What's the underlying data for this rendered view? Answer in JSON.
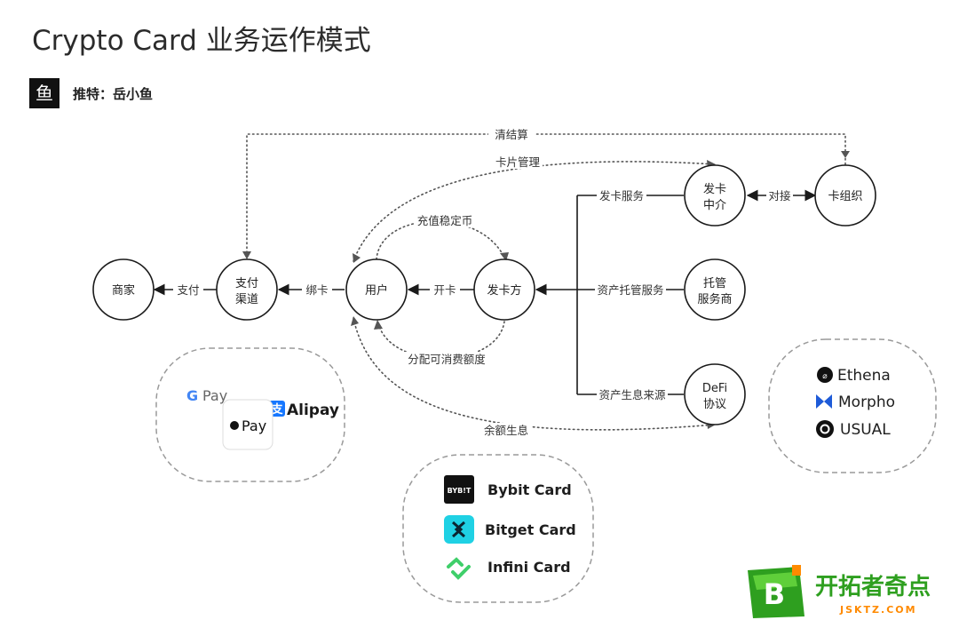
{
  "title": "Crypto Card 业务运作模式",
  "author": {
    "avatar_char": "鱼",
    "label": "推特：岳小鱼"
  },
  "nodes": {
    "merchant": "商家",
    "payment_channel": [
      "支付",
      "渠道"
    ],
    "user": "用户",
    "issuer": "发卡方",
    "intermediary": [
      "发卡",
      "中介"
    ],
    "card_org": "卡组织",
    "custodian": [
      "托管",
      "服务商"
    ],
    "defi": [
      "DeFi",
      "协议"
    ]
  },
  "edges": {
    "settlement": "清结算",
    "card_management": "卡片管理",
    "docking": "对接",
    "issuing_service": "发卡服务",
    "payment": "支付",
    "binding": "绑卡",
    "open_card": "开卡",
    "top_up": "充值稳定币",
    "custody_service": "资产托管服务",
    "allocate_limit": "分配可消费额度",
    "yield_source": "资产生息来源",
    "balance_yield": "余额生息"
  },
  "payment_brands": [
    "G Pay",
    "Alipay",
    "Pay"
  ],
  "card_brands": [
    "Bybit Card",
    "Bitget Card",
    "Infini Card"
  ],
  "defi_brands": [
    "Ethena",
    "Morpho",
    "USUAL"
  ],
  "watermark": {
    "name": "开拓者奇点",
    "url": "JSKTZ.COM",
    "logo_char": "B"
  },
  "colors": {
    "bitget": "#1fd1e4",
    "infini": "#3fcf6a",
    "bybit": "#111111",
    "alipay": "#1677ff",
    "watermark_green": "#2e9f1f",
    "watermark_orange": "#ff8a00"
  }
}
